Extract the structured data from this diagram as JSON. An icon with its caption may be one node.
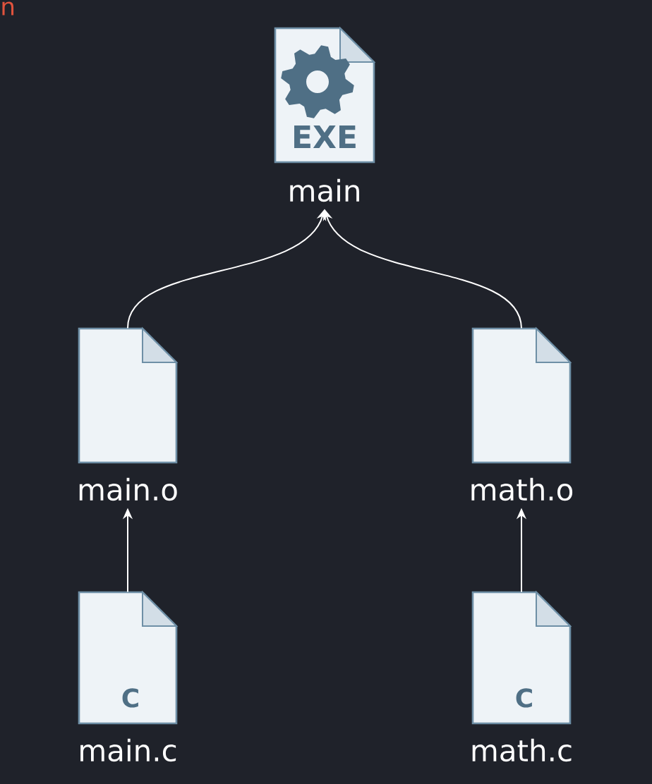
{
  "diagram": {
    "nodes": [
      {
        "text": [
          "EXE",
          "main"
        ]
      },
      {
        "text": [
          "main.o"
        ]
      },
      {
        "text": [
          "math.o"
        ]
      },
      {
        "text": [
          "C",
          "main.c"
        ]
      },
      {
        "text": [
          "C",
          "math.c"
        ]
      }
    ],
    "edges": [
      {
        "from": 1,
        "to": 0,
        "arrow": "to"
      },
      {
        "from": 2,
        "to": 0,
        "arrow": "to"
      },
      {
        "from": 3,
        "to": 1,
        "arrow": "to"
      },
      {
        "from": 4,
        "to": 2,
        "arrow": "to"
      }
    ],
    "labels": [
      "n"
    ]
  }
}
